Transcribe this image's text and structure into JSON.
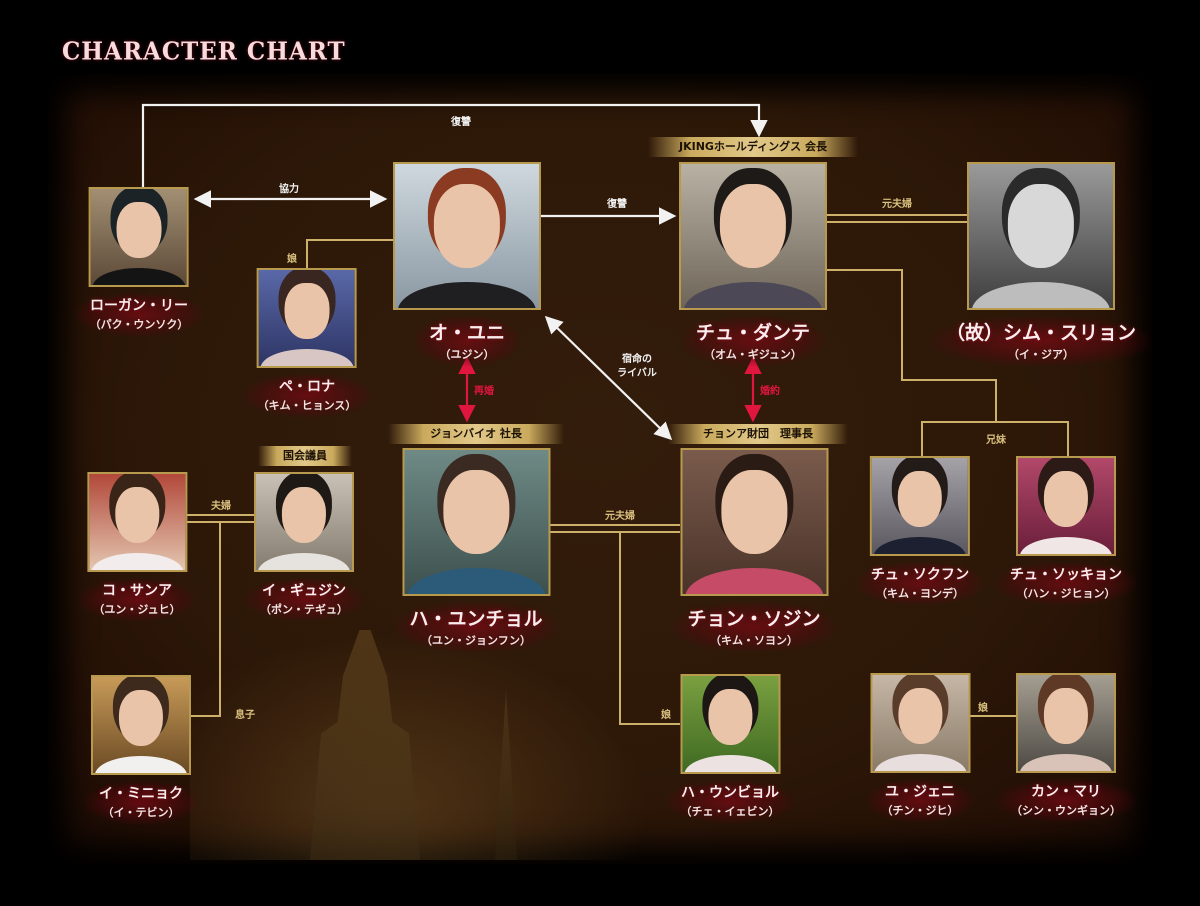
{
  "title": "CHARACTER CHART",
  "characters": [
    {
      "name": "ローガン・リー",
      "actor": "（パク・ウンソク）"
    },
    {
      "name": "オ・ユニ",
      "actor": "（ユジン）"
    },
    {
      "name": "ペ・ロナ",
      "actor": "（キム・ヒョンス）"
    },
    {
      "name": "チュ・ダンテ",
      "actor": "（オム・ギジュン）",
      "role": "JKINGホールディングス 会長"
    },
    {
      "name": "（故）シム・スリョン",
      "actor": "（イ・ジア）"
    },
    {
      "name": "ハ・ユンチョル",
      "actor": "（ユン・ジョンフン）",
      "role": "ジョンバイオ 社長"
    },
    {
      "name": "チョン・ソジン",
      "actor": "（キム・ソヨン）",
      "role": "チョンア財団　理事長"
    },
    {
      "name": "チュ・ソクフン",
      "actor": "（キム・ヨンデ）"
    },
    {
      "name": "チュ・ソッキョン",
      "actor": "（ハン・ジヒョン）"
    },
    {
      "name": "コ・サンア",
      "actor": "（ユン・ジュヒ）"
    },
    {
      "name": "イ・ギュジン",
      "actor": "（ポン・テギュ）",
      "role": "国会議員"
    },
    {
      "name": "イ・ミニョク",
      "actor": "（イ・テビン）"
    },
    {
      "name": "ハ・ウンビョル",
      "actor": "（チェ・イェビン）"
    },
    {
      "name": "ユ・ジェニ",
      "actor": "（チン・ジヒ）"
    },
    {
      "name": "カン・マリ",
      "actor": "（シン・ウンギョン）"
    }
  ],
  "relations": {
    "logan_dante": "復讐",
    "logan_yuni": "協力",
    "yuni_dante": "復讐",
    "yuni_rona": "娘",
    "yuni_seojin_1": "宿命の",
    "yuni_seojin_2": "ライバル",
    "yuni_yuncheol": "再婚",
    "dante_seojin": "婚約",
    "dante_shim": "元夫婦",
    "siblings": "兄妹",
    "yuncheol_seojin": "元夫婦",
    "eunbyeol": "娘",
    "sangah_kyujin": "夫婦",
    "minhyuk": "息子",
    "jenny_mari": "娘"
  },
  "colors": {
    "white_line": "#f2f2f2",
    "gold_line": "#cdb06a",
    "red_line": "#e0163f"
  }
}
